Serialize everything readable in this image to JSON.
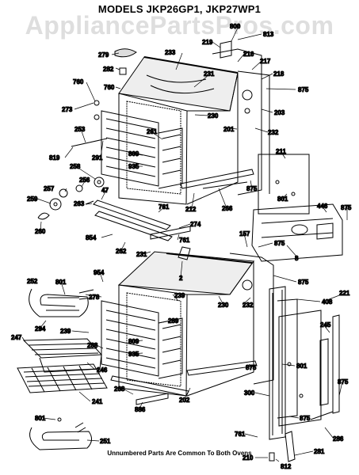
{
  "header": {
    "title": "MODELS JKP26GP1, JKP27WP1",
    "watermark": "AppliancePartsPros.com"
  },
  "footnote": "Unnumbered Parts Are Common To Both Ovens",
  "callouts": [
    "800",
    "813",
    "219",
    "216",
    "217",
    "218",
    "279",
    "233",
    "282",
    "231",
    "760",
    "760",
    "875",
    "273",
    "203",
    "230",
    "201",
    "232",
    "253",
    "819",
    "261",
    "809",
    "935",
    "291",
    "211",
    "258",
    "256",
    "257",
    "47",
    "259",
    "263",
    "212",
    "266",
    "875",
    "801",
    "446",
    "875",
    "260",
    "761",
    "274",
    "157",
    "875",
    "854",
    "262",
    "761",
    "231",
    "8",
    "954",
    "2",
    "252",
    "801",
    "278",
    "239",
    "875",
    "230",
    "232",
    "408",
    "221",
    "289",
    "294",
    "239",
    "288",
    "247",
    "809",
    "935",
    "245",
    "246",
    "241",
    "268",
    "202",
    "875",
    "886",
    "801",
    "300",
    "875",
    "875",
    "801",
    "251",
    "761",
    "286",
    "281",
    "210",
    "812"
  ]
}
